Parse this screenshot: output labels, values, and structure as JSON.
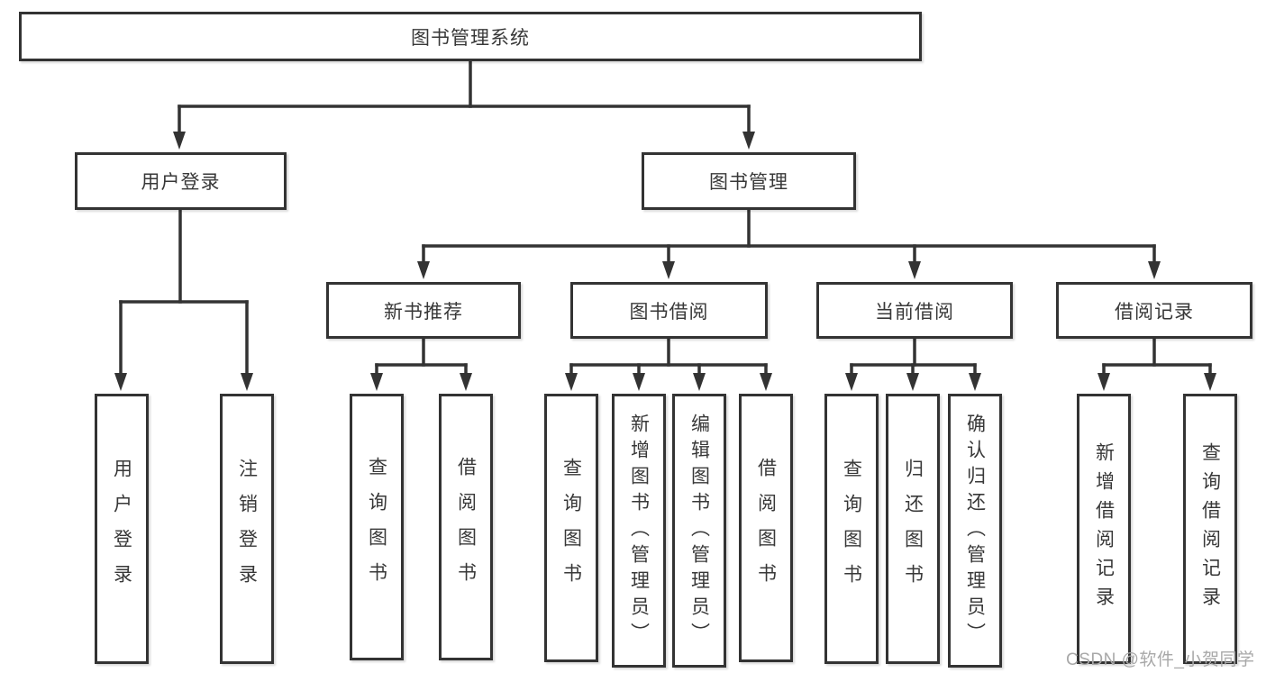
{
  "diagram": {
    "root": "图书管理系统",
    "branches": [
      {
        "label": "用户登录",
        "children": [
          "用户登录",
          "注销登录"
        ]
      },
      {
        "label": "图书管理",
        "sections": [
          {
            "label": "新书推荐",
            "children": [
              "查询图书",
              "借阅图书"
            ]
          },
          {
            "label": "图书借阅",
            "children": [
              "查询图书",
              "新增图书（管理员）",
              "编辑图书（管理员）",
              "借阅图书"
            ]
          },
          {
            "label": "当前借阅",
            "children": [
              "查询图书",
              "归还图书",
              "确认归还（管理员）"
            ]
          },
          {
            "label": "借阅记录",
            "children": [
              "新增借阅记录",
              "查询借阅记录"
            ]
          }
        ]
      }
    ]
  },
  "colors": {
    "line": "#333333",
    "text": "#383838",
    "watermark": "#a8a8a8"
  },
  "watermark": "CSDN @软件_小贺同学"
}
